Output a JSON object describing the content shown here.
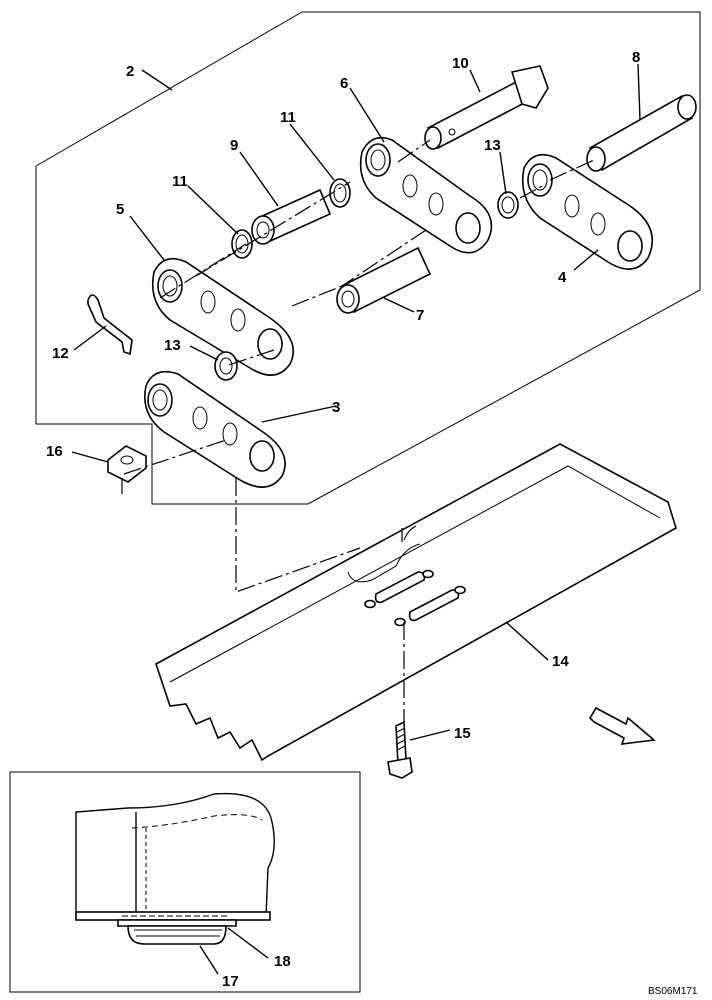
{
  "diagram": {
    "drawing_code": "BS06M171",
    "callouts": {
      "c2": "2",
      "c3": "3",
      "c4": "4",
      "c5": "5",
      "c6": "6",
      "c7": "7",
      "c8": "8",
      "c9": "9",
      "c10": "10",
      "c11a": "11",
      "c11b": "11",
      "c12": "12",
      "c13a": "13",
      "c13b": "13",
      "c14": "14",
      "c15": "15",
      "c16": "16",
      "c17": "17",
      "c18": "18"
    }
  }
}
